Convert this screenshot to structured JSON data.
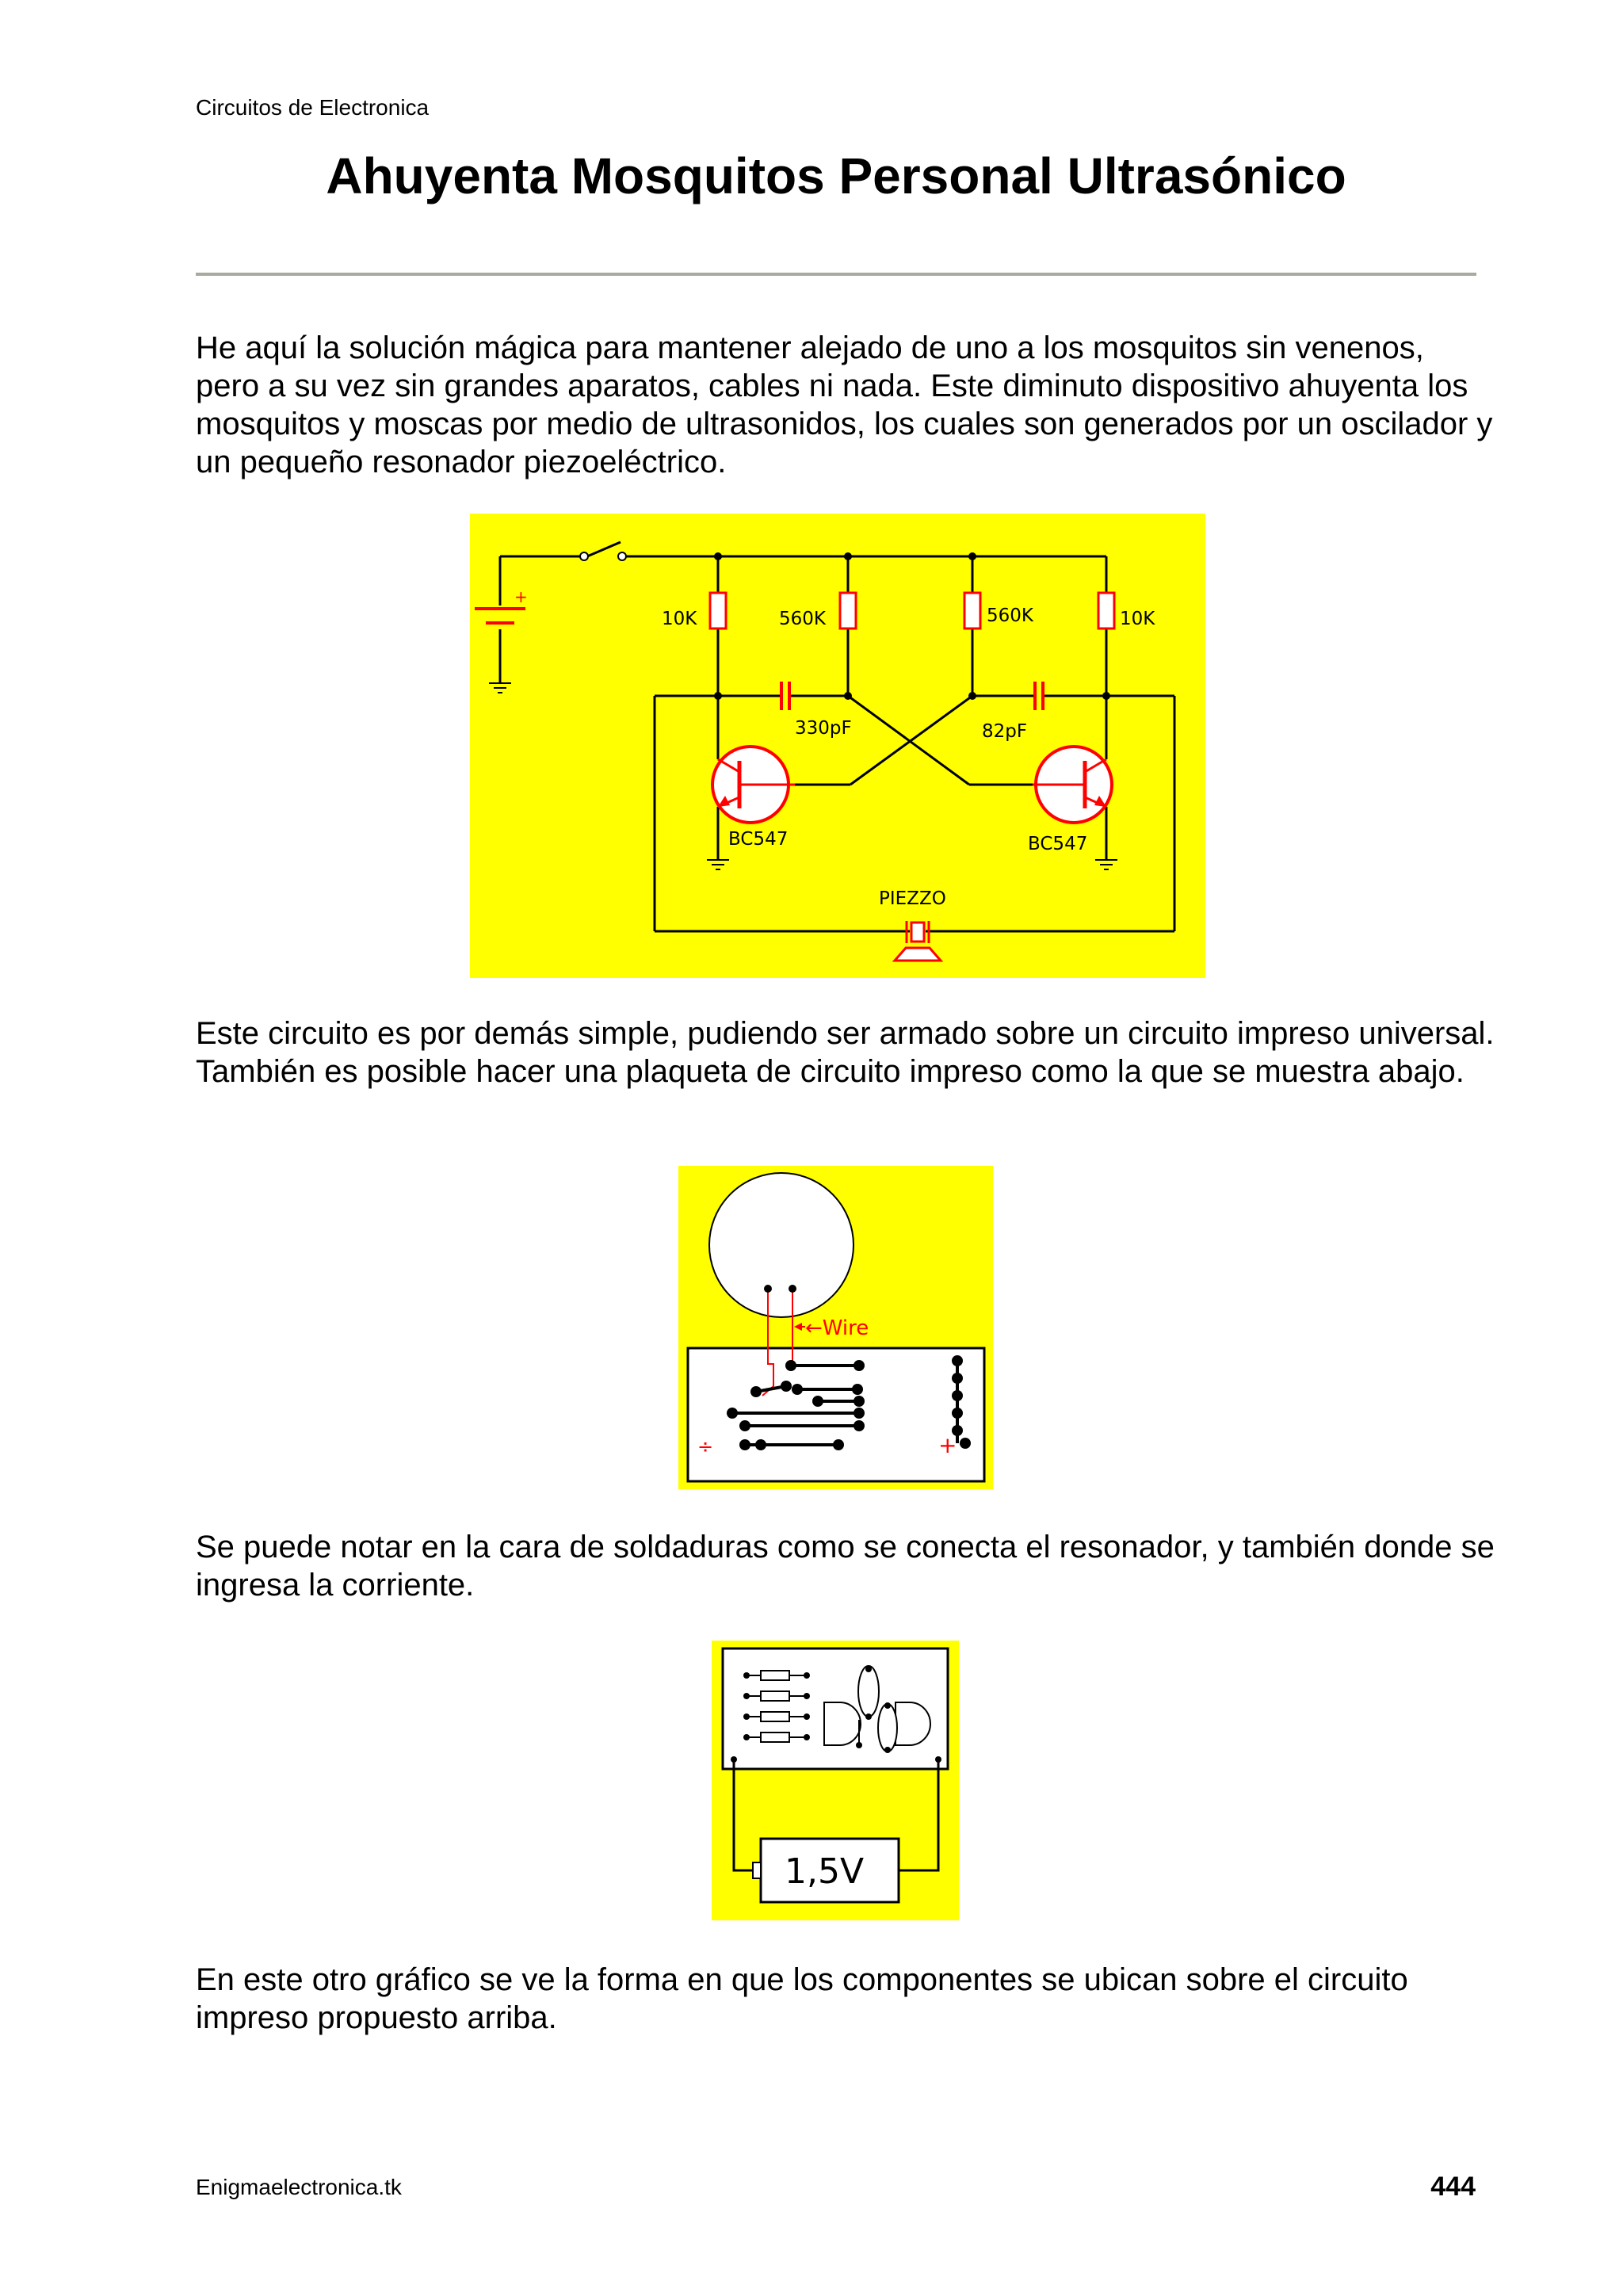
{
  "header": {
    "section": "Circuitos de Electronica"
  },
  "title": "Ahuyenta Mosquitos Personal Ultrasónico",
  "paragraphs": [
    "He aquí la solución mágica para mantener alejado de uno a los mosquitos sin venenos, pero a su vez sin grandes aparatos, cables ni nada. Este diminuto dispositivo ahuyenta los mosquitos y moscas por medio de ultrasonidos, los cuales son generados por un oscilador y un pequeño resonador piezoeléctrico.",
    "Este circuito es por demás simple, pudiendo ser armado sobre un circuito impreso universal. También es posible hacer una plaqueta de circuito impreso como la que se muestra abajo.",
    "Se puede notar en la cara de soldaduras como se conecta el resonador, y también donde se ingresa la corriente.",
    "En este otro gráfico se ve la forma en que los componentes se ubican sobre el circuito impreso propuesto arriba."
  ],
  "schematic": {
    "r1": "10K",
    "r2": "560K",
    "r3": "560K",
    "r4": "10K",
    "c1": "330pF",
    "c2": "82pF",
    "q1": "BC547",
    "q2": "BC547",
    "piezo": "PIEZZO",
    "plus": "+"
  },
  "pcb": {
    "wire_label": "←Wire",
    "minus": "÷",
    "plus": "+"
  },
  "battery": {
    "label": "1,5V"
  },
  "footer": {
    "site": "Enigmaelectronica.tk",
    "page": "444"
  },
  "colors": {
    "figure_bg": "#ffff00",
    "schematic_red": "#ff0000",
    "rule": "#a9a9a1"
  }
}
